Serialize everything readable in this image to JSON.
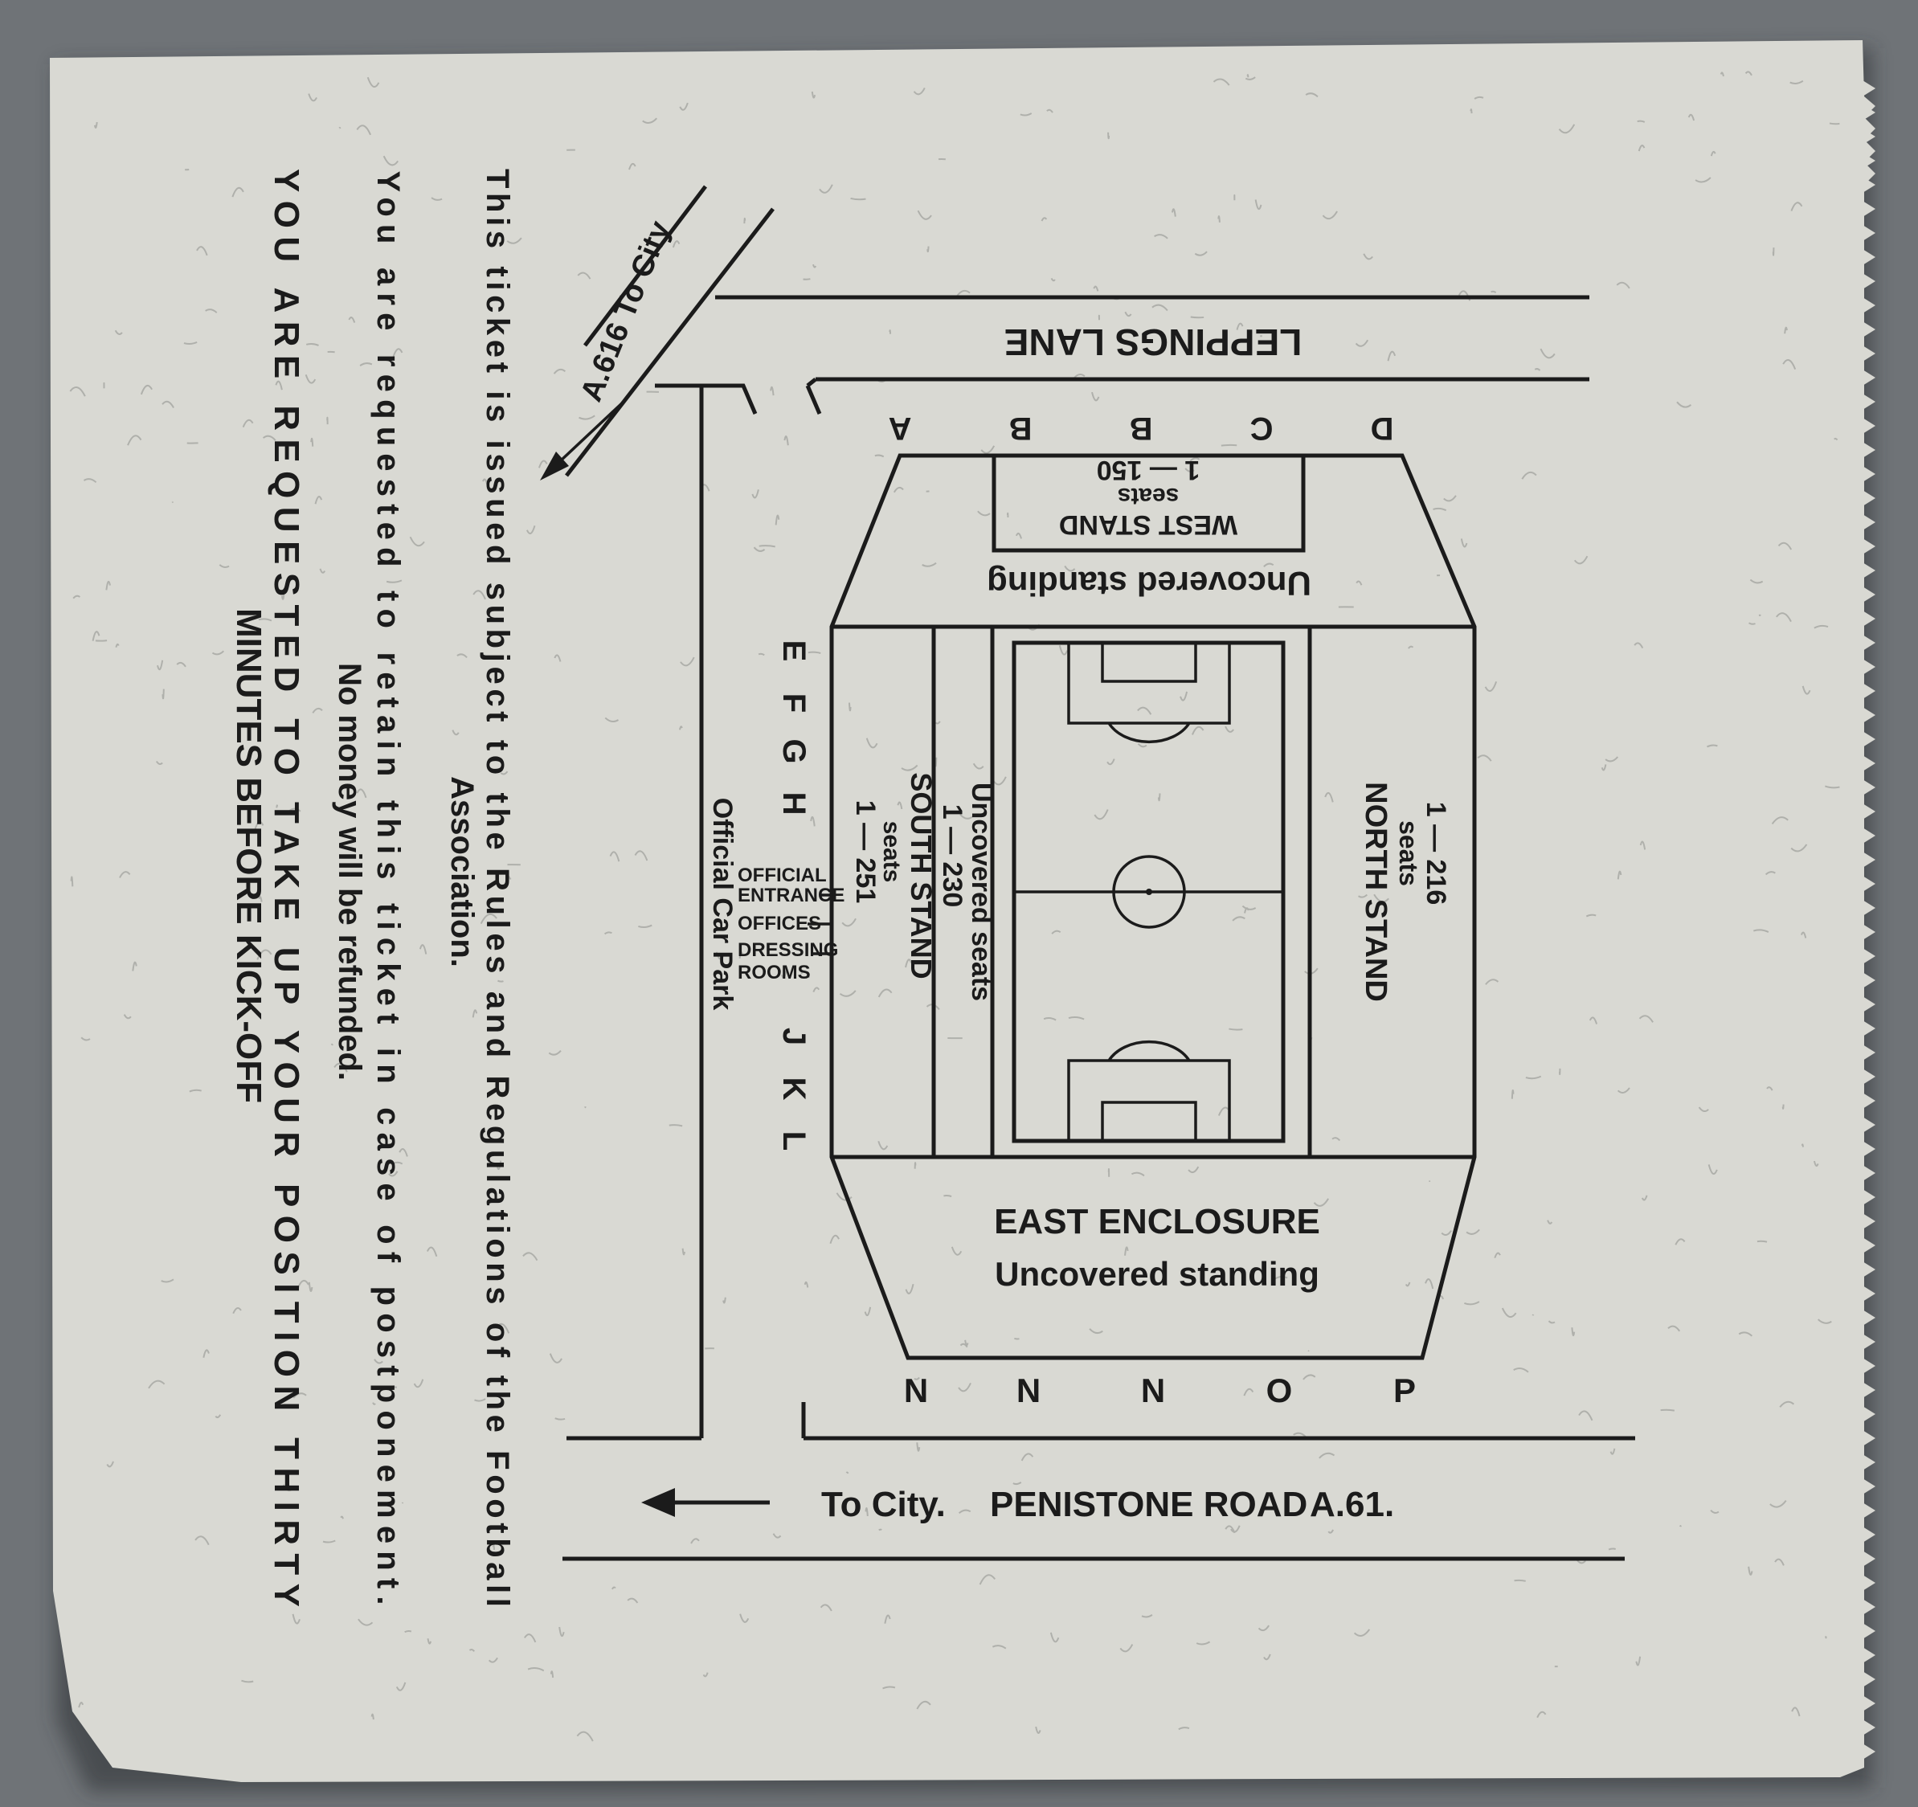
{
  "ticket": {
    "roads": {
      "a616": "A.616 To City",
      "leppings_lane": "LEPPINGS LANE",
      "penistone": {
        "to_city": "To City.",
        "road": "PENISTONE ROAD",
        "number": "A.61."
      }
    },
    "stands": {
      "west": {
        "name": "WEST STAND",
        "seats_label": "seats",
        "seats_range": "1 — 150"
      },
      "west_terrace": "Uncovered standing",
      "north": {
        "name": "NORTH STAND",
        "seats_label": "seats",
        "seats_range": "1 — 216"
      },
      "south": {
        "name": "SOUTH STAND",
        "seats_label": "seats",
        "seats_range": "1 — 251"
      },
      "south_uncovered": {
        "label": "Uncovered seats",
        "range": "1 — 230"
      },
      "east": {
        "name": "EAST ENCLOSURE",
        "sub": "Uncovered standing"
      }
    },
    "gates": {
      "west": [
        "A",
        "B",
        "B",
        "C",
        "D"
      ],
      "south": [
        "E",
        "F",
        "G",
        "H",
        "J",
        "K",
        "L"
      ],
      "east": [
        "N",
        "N",
        "N",
        "O",
        "P"
      ]
    },
    "facilities": {
      "official": "OFFICIAL",
      "entrance": "ENTRANCE",
      "offices": "OFFICES",
      "dressing": "DRESSING",
      "rooms": "ROOMS",
      "car_park": "Official Car Park"
    },
    "conditions": {
      "line1": "This ticket is issued subject to the Rules and Regulations of the Football",
      "line2": "Association.",
      "line3": "You are requested to retain this ticket in case of postponement.",
      "line4": "No money will be refunded.",
      "line5": "YOU ARE REQUESTED TO TAKE UP YOUR POSITION THIRTY",
      "line6": "MINUTES BEFORE KICK-OFF"
    }
  },
  "colors": {
    "background": "#6f7377",
    "paper": "#d8d8d2",
    "ink": "#1b1b1b"
  }
}
